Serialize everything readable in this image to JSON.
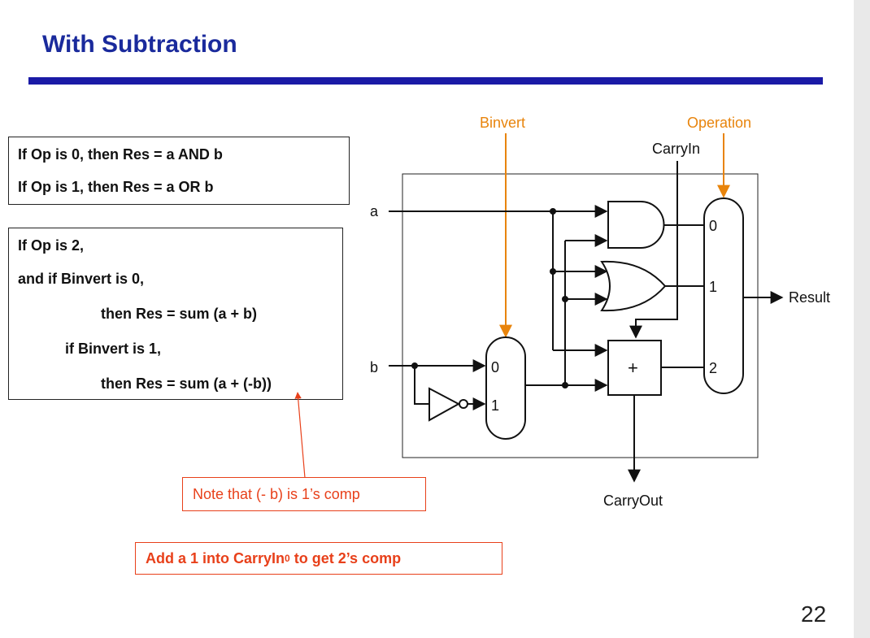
{
  "slide": {
    "title": "With Subtraction",
    "page_number": "22"
  },
  "box1": {
    "line1": "If Op is 0, then Res = a AND b",
    "line2": "If Op is 1, then Res = a OR b"
  },
  "box2": {
    "line1": "If Op is 2,",
    "line2": "and if Binvert is 0,",
    "line3": "then Res = sum (a + b)",
    "line4": "if Binvert is 1,",
    "line5": "then Res = sum (a + (-b))"
  },
  "notes": {
    "ones_comp": "Note that (- b) is 1’s comp",
    "twos_comp_prefix": "Add a 1 into CarryIn",
    "twos_comp_sub": "0",
    "twos_comp_suffix": " to get 2’s comp"
  },
  "diagram": {
    "binvert": "Binvert",
    "operation": "Operation",
    "carry_in": "CarryIn",
    "carry_out": "CarryOut",
    "input_a": "a",
    "input_b": "b",
    "result": "Result",
    "mux_b_in0": "0",
    "mux_b_in1": "1",
    "mux_out_in0": "0",
    "mux_out_in1": "1",
    "mux_out_in2": "2",
    "adder_symbol": "+",
    "colors": {
      "accent": "#e8840c",
      "note": "#e8401a",
      "title": "#1a2a9c"
    }
  }
}
